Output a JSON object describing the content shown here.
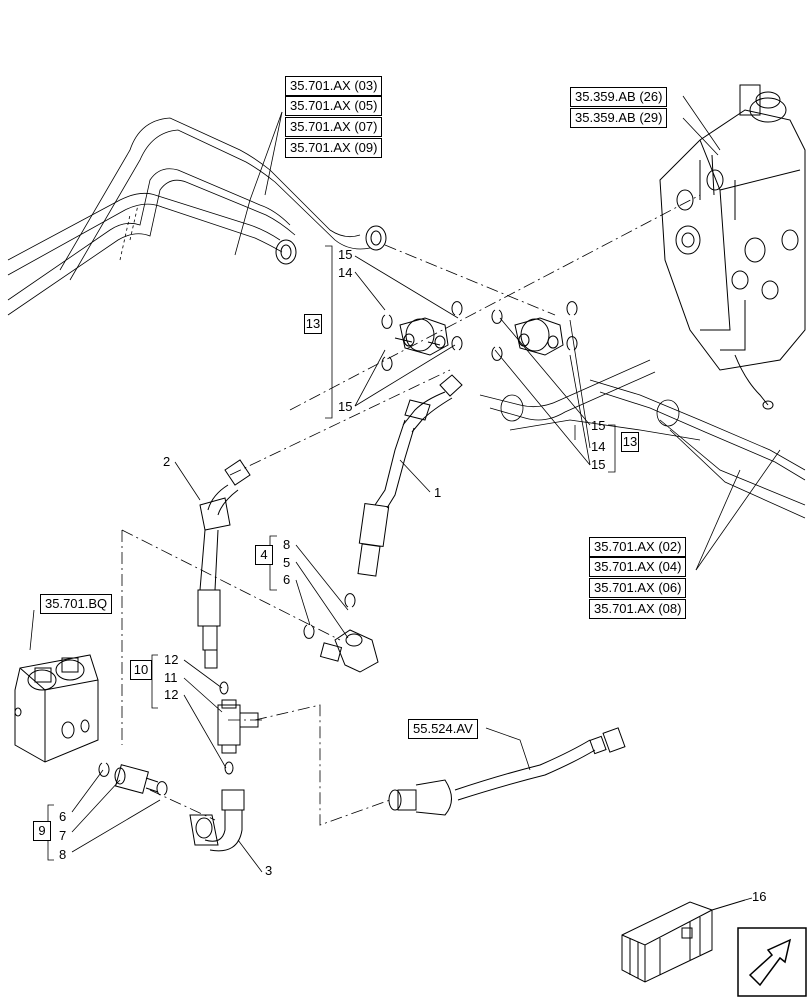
{
  "refs": {
    "r_701_03": "35.701.AX (03)",
    "r_701_05": "35.701.AX (05)",
    "r_701_07": "35.701.AX (07)",
    "r_701_09": "35.701.AX (09)",
    "r_359_26": "35.359.AB (26)",
    "r_359_29": "35.359.AB (29)",
    "r_701_02": "35.701.AX (02)",
    "r_701_04": "35.701.AX (04)",
    "r_701_06": "35.701.AX (06)",
    "r_701_08": "35.701.AX (08)",
    "r_bq": "35.701.BQ",
    "r_av": "55.524.AV"
  },
  "callouts": {
    "c1": "1",
    "c2": "2",
    "c3": "3",
    "c4": "4",
    "c5": "5",
    "c6a": "6",
    "c8a": "8",
    "c9": "9",
    "c6b": "6",
    "c7": "7",
    "c8b": "8",
    "c10": "10",
    "c11": "11",
    "c12a": "12",
    "c12b": "12",
    "c13a": "13",
    "c14a": "14",
    "c15a": "15",
    "c15b": "15",
    "c13b": "13",
    "c14b": "14",
    "c15c": "15",
    "c15d": "15",
    "c16": "16"
  },
  "colors": {
    "line": "#000000",
    "background": "#ffffff"
  }
}
